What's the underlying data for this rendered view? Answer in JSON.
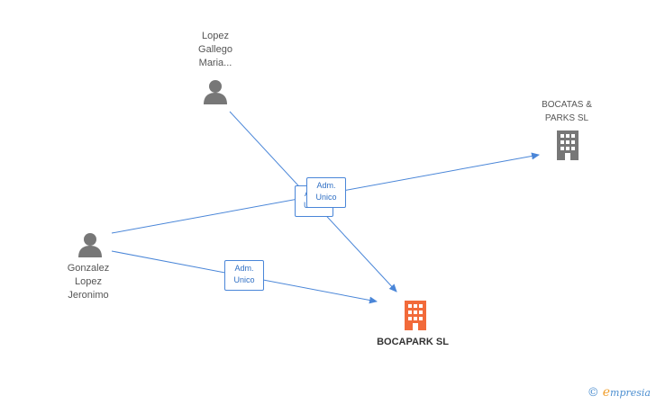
{
  "nodes": {
    "lopez": {
      "label": "Lopez\nGallego\nMaria...",
      "type": "person"
    },
    "bocatas": {
      "label": "BOCATAS &\nPARKS SL",
      "type": "company"
    },
    "gonzalez": {
      "label": "Gonzalez\nLopez\nJeronimo",
      "type": "person"
    },
    "bocapark": {
      "label": "BOCAPARK SL",
      "type": "company-main"
    }
  },
  "edges": [
    {
      "from": "lopez",
      "to": "bocapark",
      "label_line1": "Adm.",
      "label_line2": "Unico"
    },
    {
      "from": "gonzalez",
      "to": "bocatas",
      "label_line1": "Adm.",
      "label_line2": "Unico"
    },
    {
      "from": "gonzalez",
      "to": "bocapark",
      "label_line1": "Adm.",
      "label_line2": "Unico"
    }
  ],
  "watermark": {
    "copyright": "©",
    "brand_initial": "e",
    "brand_rest": "mpresia"
  },
  "colors": {
    "edge": "#4a86d8",
    "person": "#777777",
    "company": "#777777",
    "main_company": "#f26a3a"
  }
}
